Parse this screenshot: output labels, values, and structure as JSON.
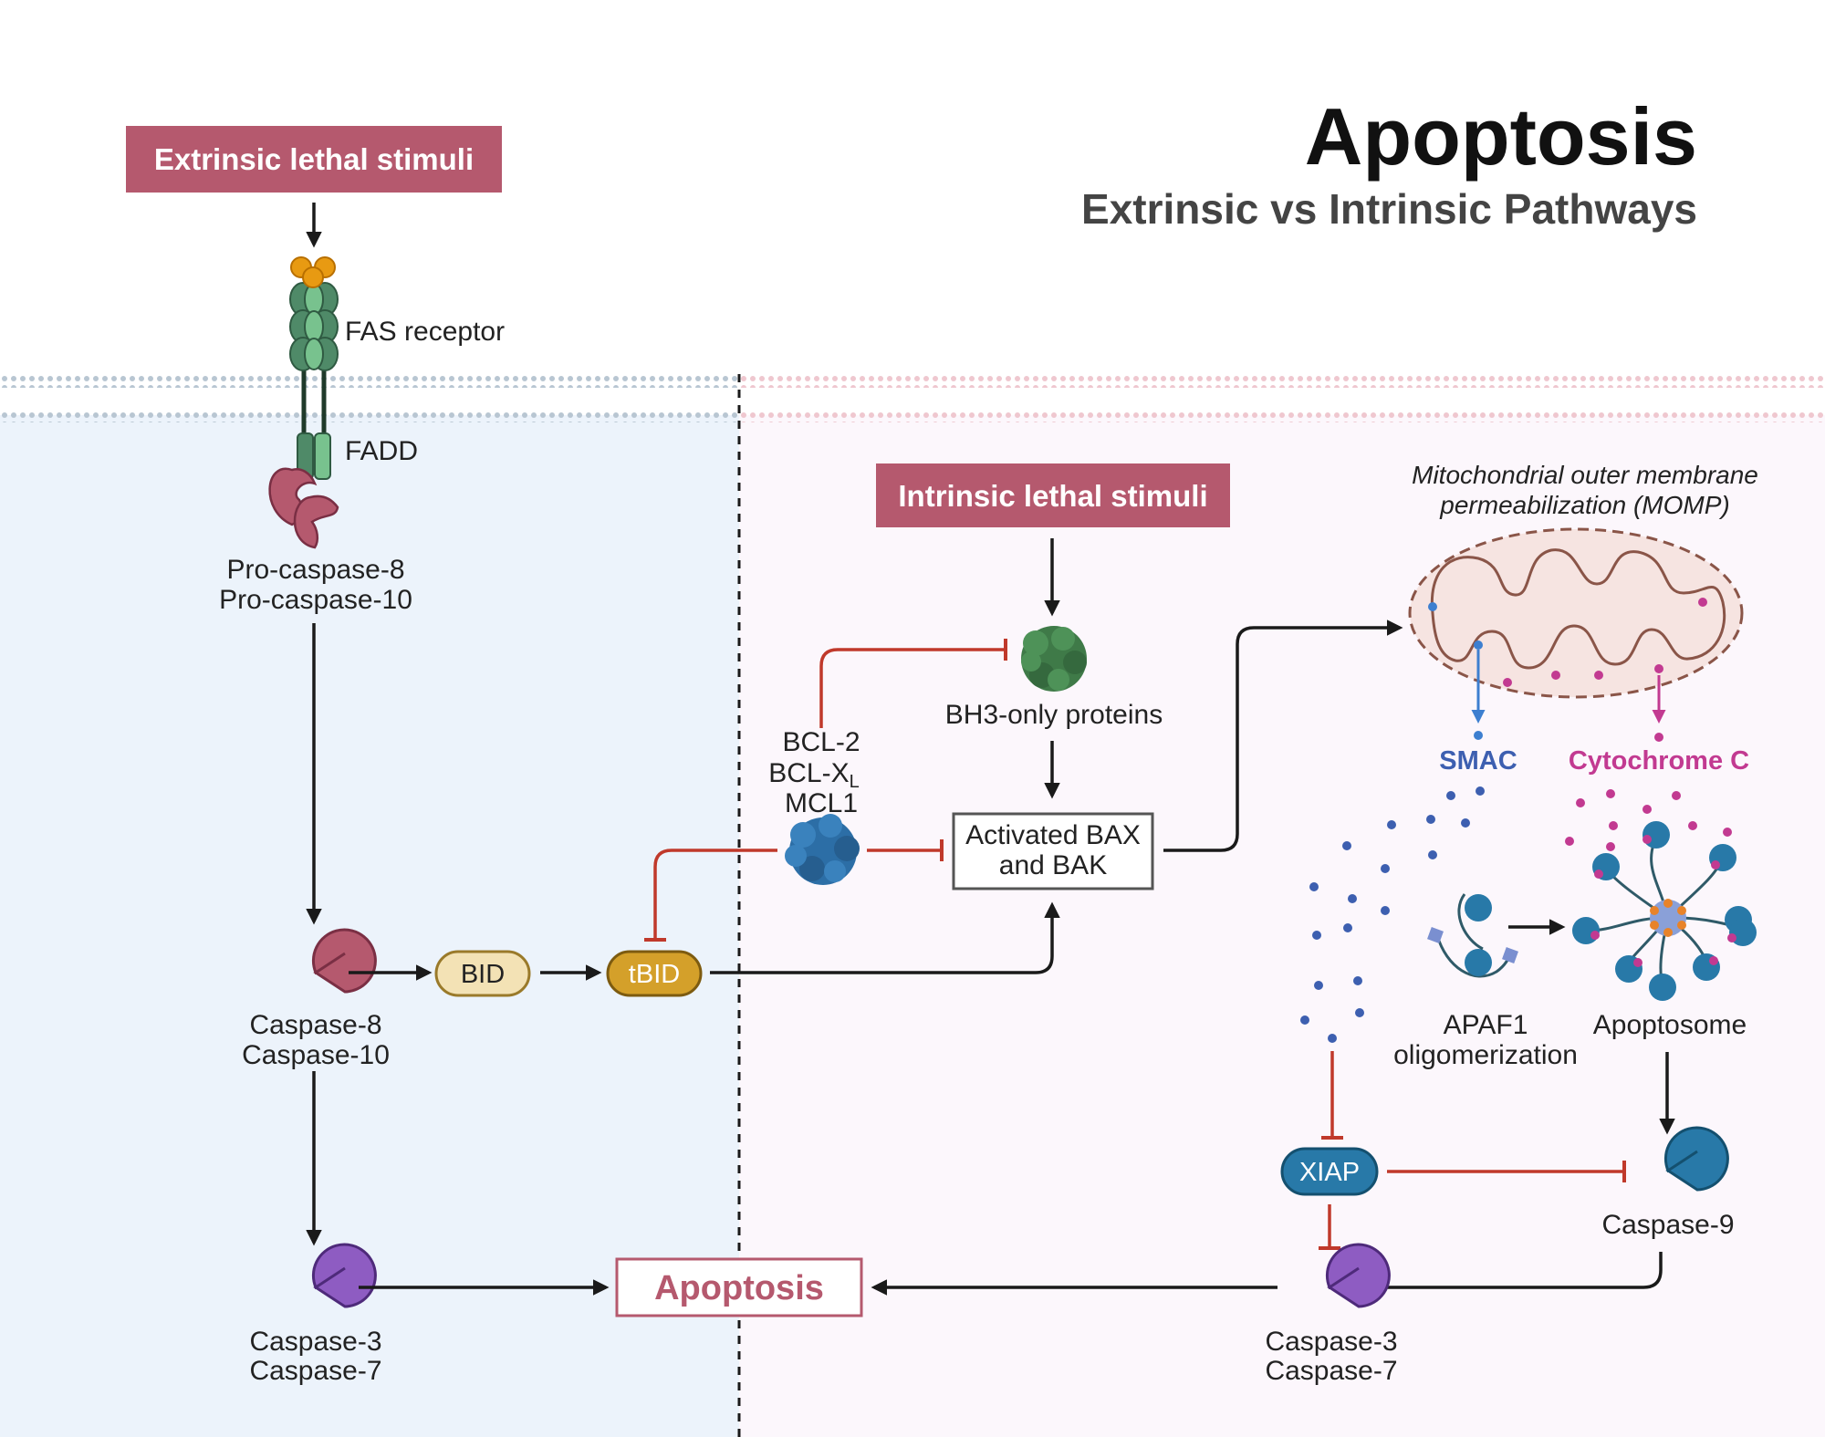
{
  "title": "Apoptosis",
  "subtitle": "Extrinsic vs Intrinsic Pathways",
  "extrinsic_stimuli": "Extrinsic lethal stimuli",
  "intrinsic_stimuli": "Intrinsic lethal stimuli",
  "fas_receptor": "FAS receptor",
  "fadd": "FADD",
  "procaspase_line1": "Pro-caspase-8",
  "procaspase_line2": "Pro-caspase-10",
  "caspase8_line1": "Caspase-8",
  "caspase8_line2": "Caspase-10",
  "bid": "BID",
  "tbid": "tBID",
  "ext_caspase3_line1": "Caspase-3",
  "ext_caspase3_line2": "Caspase-7",
  "apoptosis_box": "Apoptosis",
  "bh3": "BH3-only proteins",
  "bcl2": "BCL-2",
  "bclxl_main": "BCL-X",
  "bclxl_sub": "L",
  "mcl1": "MCL1",
  "bax_line1": "Activated BAX",
  "bax_line2": "and BAK",
  "momp_line1": "Mitochondrial outer membrane",
  "momp_line2": "permeabilization (MOMP)",
  "smac": "SMAC",
  "cytochrome_c": "Cytochrome C",
  "apaf1_line1": "APAF1",
  "apaf1_line2": "oligomerization",
  "apoptosome": "Apoptosome",
  "xiap": "XIAP",
  "caspase9": "Caspase-9",
  "int_caspase3_line1": "Caspase-3",
  "int_caspase3_line2": "Caspase-7",
  "colors": {
    "stimuli_box": "#b5596e",
    "extrinsic_bg": "#ecf3fb",
    "intrinsic_bg": "#fcf7fc",
    "caspase8": "#b5596e",
    "caspase3": "#8e5cc2",
    "caspase9": "#2879a8",
    "smac": "#3d5fb0",
    "cytochrome_c": "#c23a91",
    "inhibition": "#c0392b",
    "tbid": "#d4a02a",
    "bid": "#f3e2b5"
  }
}
